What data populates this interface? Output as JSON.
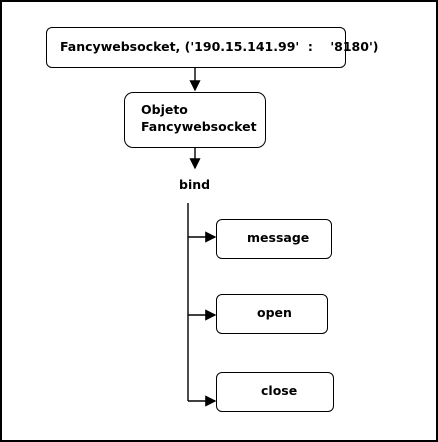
{
  "diagram": {
    "root_node": "Fancywebsocket, ('190.15.141.99'  :    '8180')",
    "object_node": {
      "line1": "Objeto",
      "line2": "Fancywebsocket"
    },
    "bind_label": "bind",
    "events": [
      {
        "label": "message"
      },
      {
        "label": "open"
      },
      {
        "label": "close"
      }
    ]
  }
}
